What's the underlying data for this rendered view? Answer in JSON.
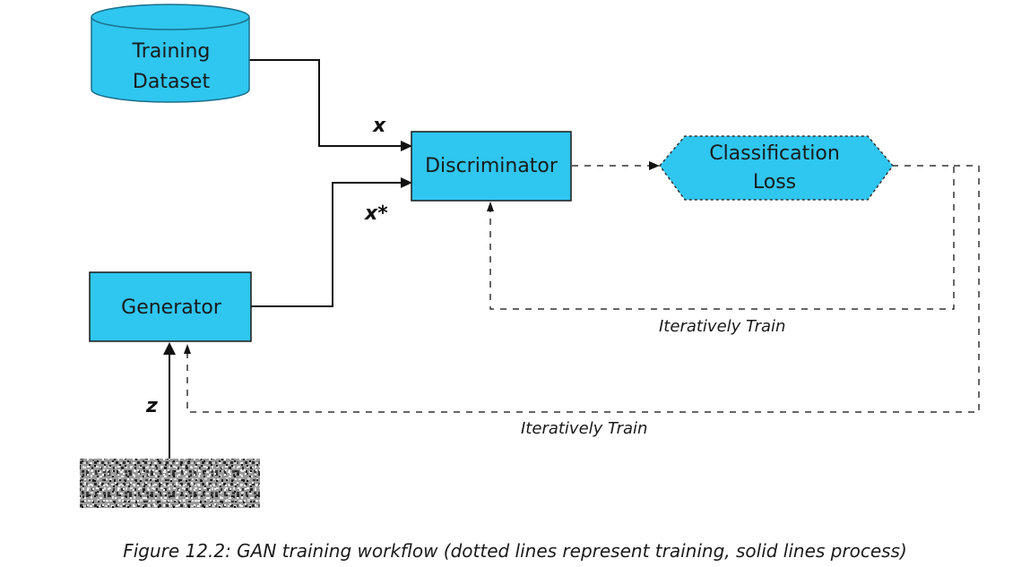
{
  "nodes": {
    "training_dataset": {
      "line1": "Training",
      "line2": "Dataset"
    },
    "discriminator": {
      "label": "Discriminator"
    },
    "classification_loss": {
      "line1": "Classification",
      "line2": "Loss"
    },
    "generator": {
      "label": "Generator"
    }
  },
  "edge_labels": {
    "x": "x",
    "x_star": "x*",
    "z": "z",
    "iter_train_disc": "Iteratively Train",
    "iter_train_gen": "Iteratively Train"
  },
  "caption": "Figure 12.2: GAN training workflow (dotted lines represent training, solid lines process)",
  "colors": {
    "node_fill": "#2fc6f0",
    "line": "#111111",
    "dashed_line": "#333333"
  }
}
